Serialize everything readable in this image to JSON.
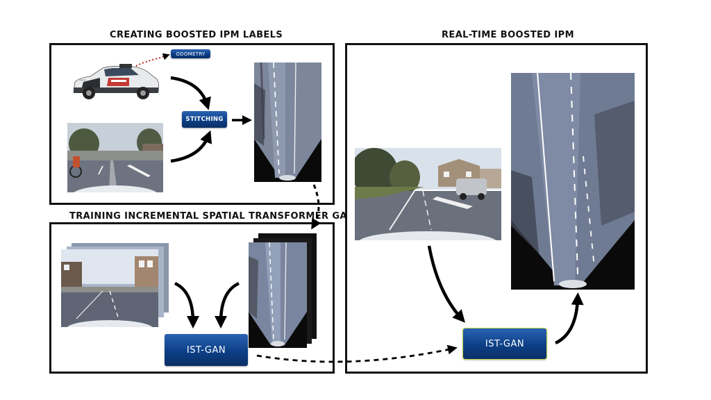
{
  "titles": {
    "creating": "CREATING BOOSTED IPM LABELS",
    "training": "TRAINING INCREMENTAL SPATIAL TRANSFORMER GAN",
    "realtime": "REAL-TIME BOOSTED IPM"
  },
  "labels": {
    "odometry": "ODOMETRY",
    "stitching": "STITCHING",
    "istgan_train": "IST-GAN",
    "istgan_realtime": "IST-GAN"
  },
  "colors": {
    "button": "#0d3f86",
    "border": "#111111",
    "road": "#6e7584",
    "sky": "#c9d4e4",
    "arrow": "#000000"
  },
  "icons": {
    "flow_arrow": "curved-arrow-icon",
    "dashed_link": "dashed-arrow-icon"
  }
}
